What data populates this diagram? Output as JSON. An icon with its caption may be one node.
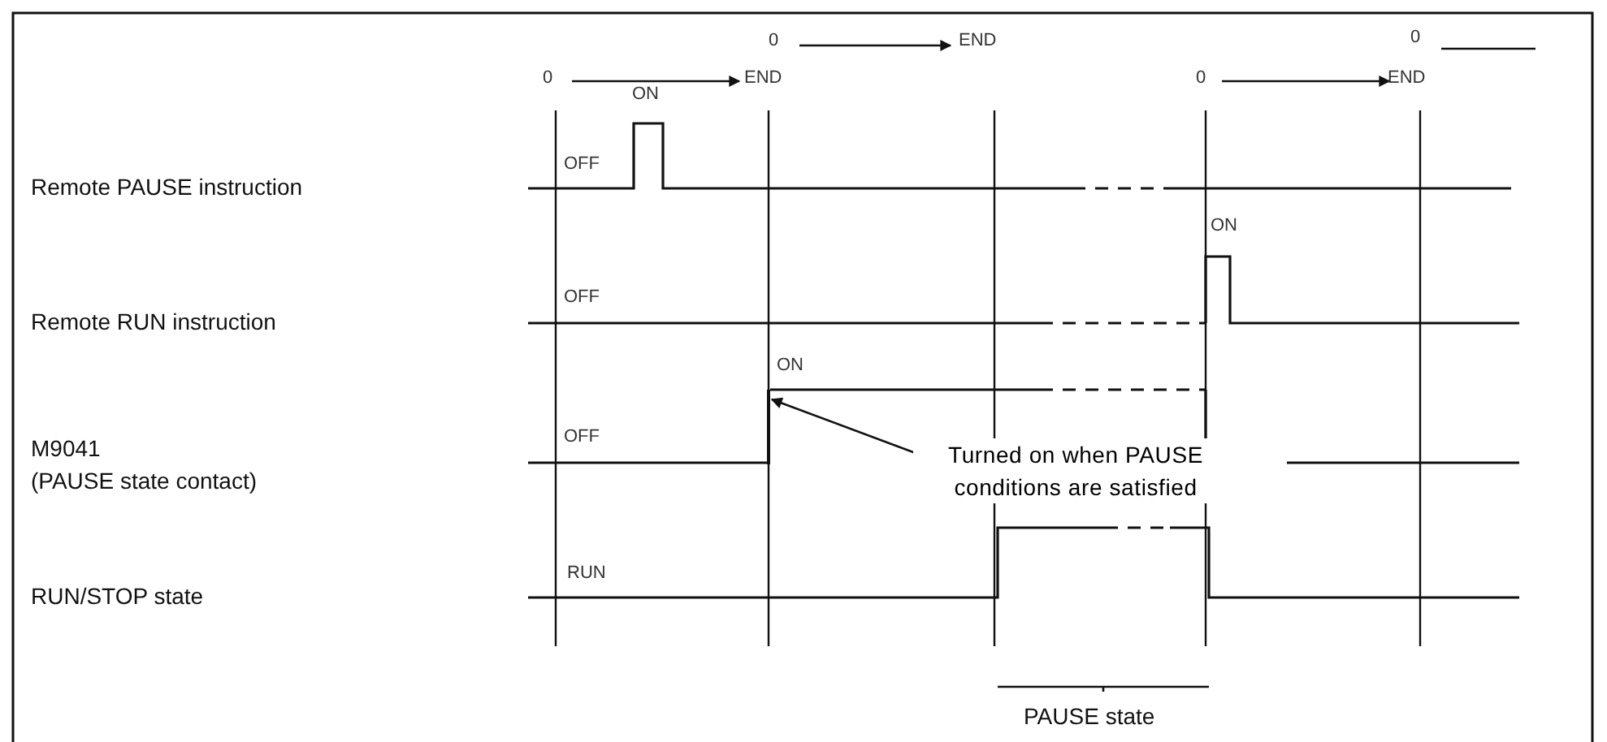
{
  "diagram": {
    "nodes": [
      {
        "text": [
          "Turned on when PAUSE conditions are satisfied"
        ]
      },
      {
        "text": [],
        "shape": "bar"
      }
    ],
    "edges": [
      {
        "from": 0,
        "to": 1,
        "arrow": "to"
      }
    ],
    "labels": [
      "0",
      "END",
      "0",
      "0",
      "END",
      "0",
      "END",
      "ON",
      "OFF",
      "Remote PAUSE instruction",
      "ON",
      "OFF",
      "Remote RUN instruction",
      "ON",
      "OFF",
      "M9041",
      "(PAUSE state contact)",
      "RUN",
      "RUN/STOP state",
      "PAUSE state"
    ]
  }
}
